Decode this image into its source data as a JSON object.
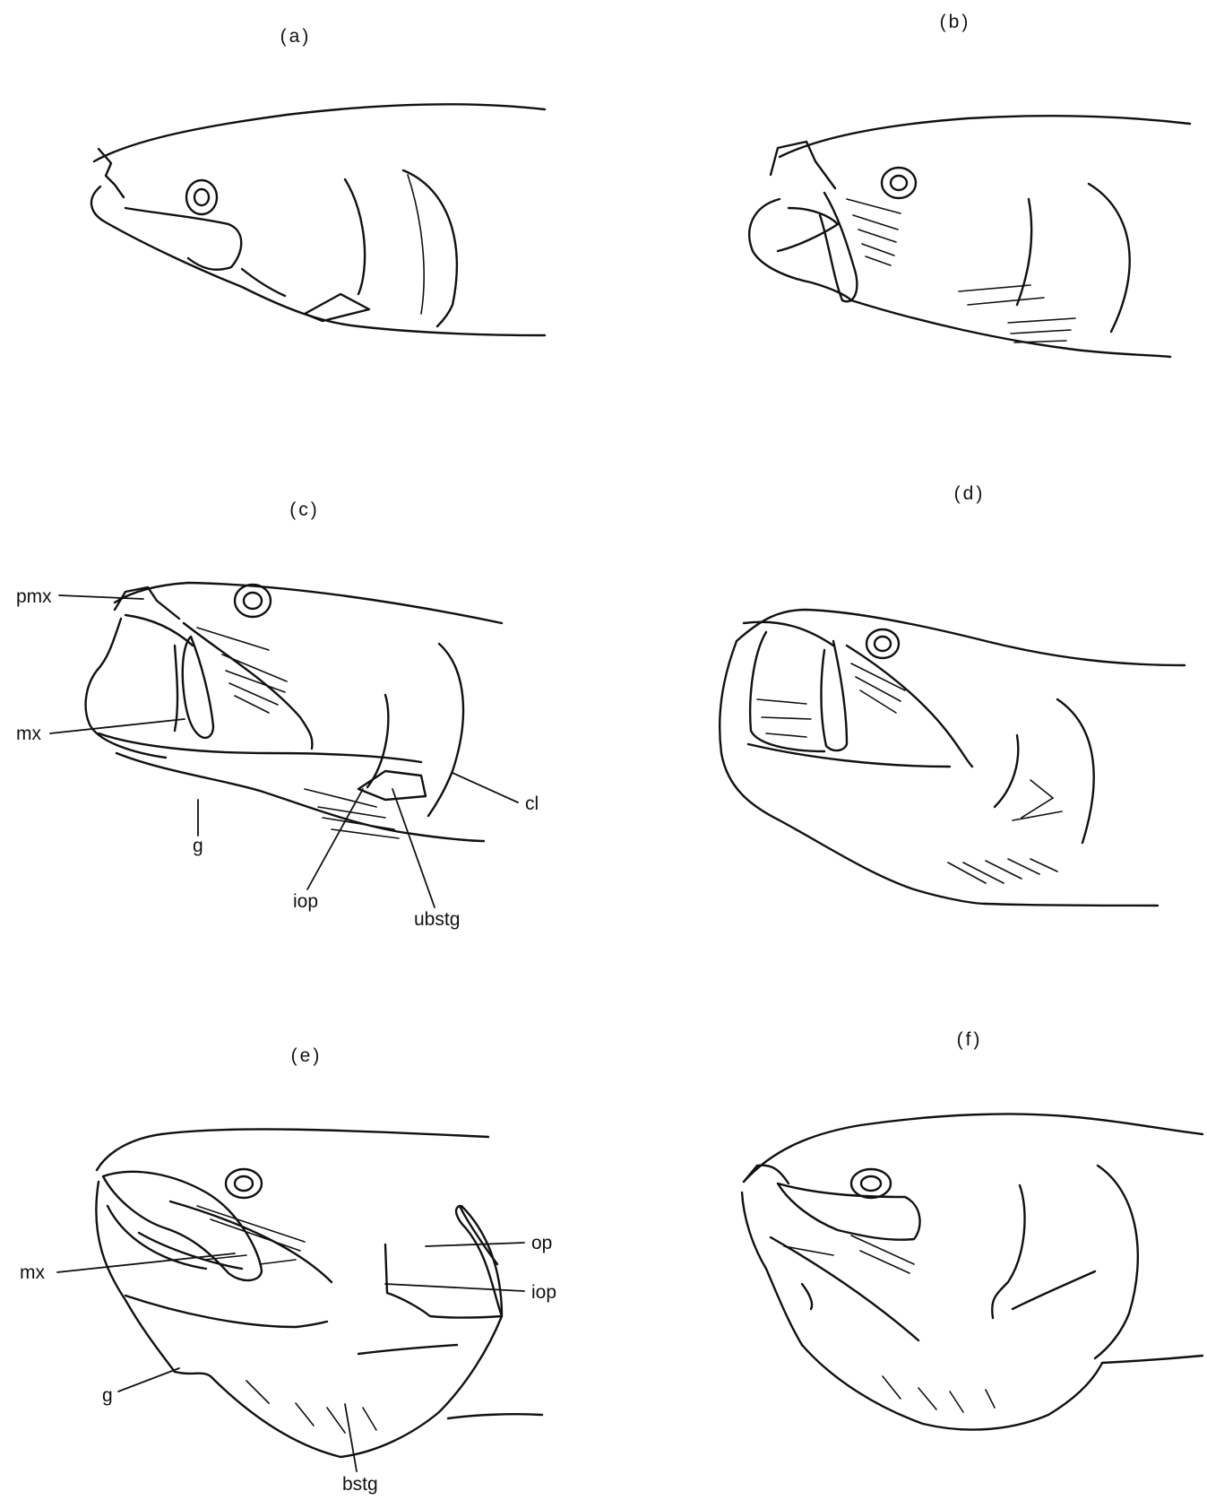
{
  "panels": [
    {
      "id": "a",
      "title": "(a)"
    },
    {
      "id": "b",
      "title": "(b)"
    },
    {
      "id": "c",
      "title": "(c)"
    },
    {
      "id": "d",
      "title": "(d)"
    },
    {
      "id": "e",
      "title": "(e)"
    },
    {
      "id": "f",
      "title": "(f)"
    }
  ],
  "labels": {
    "c": {
      "pmx": "pmx",
      "mx": "mx",
      "g": "g",
      "iop": "iop",
      "ubstg": "ubstg",
      "cl": "cl"
    },
    "e": {
      "mx": "mx",
      "g": "g",
      "bstg": "bstg",
      "op": "op",
      "iop": "iop"
    }
  }
}
